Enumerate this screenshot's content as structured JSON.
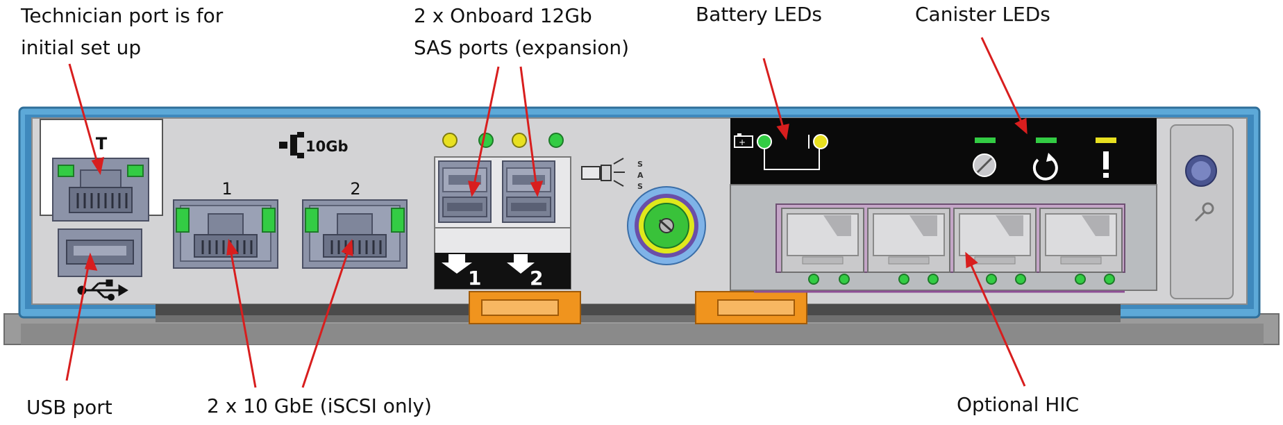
{
  "callouts": {
    "technician": [
      "Technician port is for",
      "initial set up"
    ],
    "sas": [
      "2 x Onboard 12Gb",
      "SAS ports (expansion)"
    ],
    "battery": "Battery LEDs",
    "canister": "Canister LEDs",
    "usb": "USB port",
    "gbe": "2 x 10 GbE (iSCSI only)",
    "hic": "Optional HIC"
  },
  "panel_labels": {
    "technician_port": "T",
    "speed": "10Gb",
    "port_1": "1",
    "port_2": "2",
    "sas_1": "1",
    "sas_2": "2"
  },
  "colors": {
    "chassis_blue": "#5da9d8",
    "faceplate": "#d3d3d5",
    "port_body": "#8c93a8",
    "link_led": "#33cc44",
    "amber_led": "#e8e020",
    "latch_orange": "#f0941e",
    "arrow_red": "#d81e1e"
  },
  "icons": {
    "usb": "usb-icon",
    "battery": "battery-icon",
    "power": "power-icon",
    "attention": "attention-icon",
    "locate": "locate-icon",
    "wrench": "wrench-icon"
  }
}
